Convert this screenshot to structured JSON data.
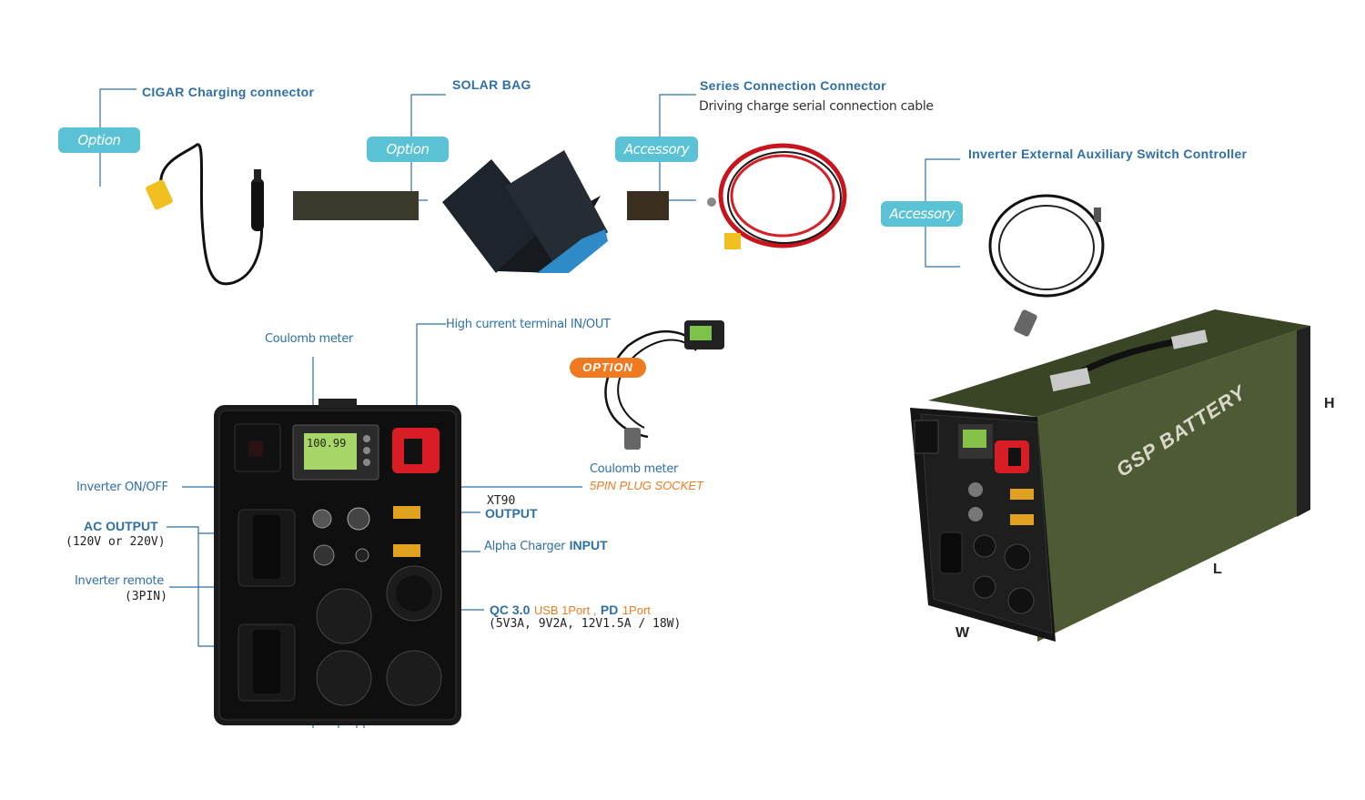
{
  "accessories": {
    "cigar": {
      "title": "CIGAR Charging connector",
      "tag": "Option"
    },
    "solar": {
      "title": "SOLAR BAG",
      "tag": "Option"
    },
    "series": {
      "title": "Series Connection Connector",
      "subtitle": "Driving charge serial connection cable",
      "tag": "Accessory"
    },
    "inverter_switch": {
      "title": "Inverter External Auxiliary Switch Controller",
      "tag": "Accessory"
    }
  },
  "panel": {
    "coulomb_meter": "Coulomb meter",
    "high_current": "High current terminal IN/OUT",
    "option_tag": "OPTION",
    "coulomb_meter_option": "Coulomb meter",
    "spin_plug": "5PIN PLUG SOCKET",
    "inverter_onoff": "Inverter ON/OFF",
    "xt90": "XT90",
    "output": "OUTPUT",
    "ac_output": "AC OUTPUT",
    "ac_output_volt": "(120V or 220V)",
    "alpha_charger": "Alpha Charger",
    "input": "INPUT",
    "inverter_remote": "Inverter remote",
    "inverter_remote_pin": "(3PIN)",
    "qc": "QC 3.0",
    "usb": "USB 1Port ,",
    "pd": "PD",
    "pd_port": "1Port",
    "qc_spec": "(5V3A, 9V2A, 12V1.5A / 18W)",
    "meter_reading": "100.99"
  },
  "product": {
    "brand": "GSP BATTERY",
    "dim_h": "H",
    "dim_l": "L",
    "dim_w": "W"
  },
  "colors": {
    "accent_blue": "#2e6fa8",
    "pill_cyan": "#5bc2d6",
    "option_orange": "#f07a22",
    "body_green": "#4d5a34"
  }
}
